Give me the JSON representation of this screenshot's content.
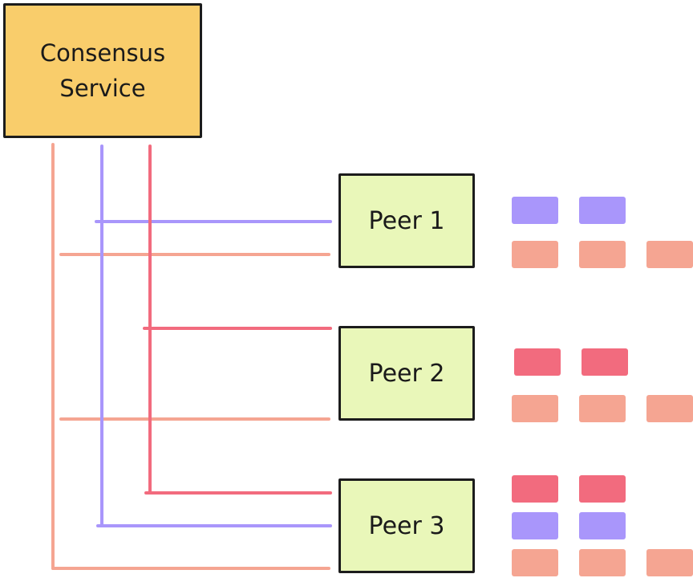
{
  "consensus_service": {
    "label_line1": "Consensus",
    "label_line2": "Service",
    "color": "#f9cd6b"
  },
  "peers": [
    {
      "label": "Peer 1"
    },
    {
      "label": "Peer 2"
    },
    {
      "label": "Peer 3"
    }
  ],
  "colors": {
    "peer_fill": "#e9f7b9",
    "channel_purple": "#a996fb",
    "channel_red": "#f26b7e",
    "channel_salmon": "#f5a592"
  },
  "block_queues": {
    "peer_1": {
      "purple": 2,
      "salmon": 3
    },
    "peer_2": {
      "red": 2,
      "salmon": 3
    },
    "peer_3": {
      "red": 2,
      "purple": 2,
      "salmon": 3
    }
  }
}
